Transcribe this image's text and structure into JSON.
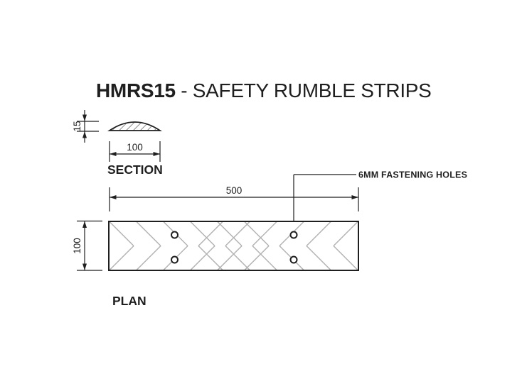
{
  "title": {
    "code": "HMRS15",
    "rest": " - SAFETY RUMBLE STRIPS"
  },
  "section_view": {
    "label": "SECTION",
    "height_dim": "15",
    "width_dim": "100"
  },
  "plan_view": {
    "label": "PLAN",
    "length_dim": "500",
    "width_dim": "100",
    "fastener_note": "6MM FASTENING HOLES",
    "hole_count": 4
  },
  "colors": {
    "line": "#1f1f1f",
    "chevron": "#b3b3b3",
    "hatch": "#8a8a8a",
    "background": "#ffffff"
  }
}
